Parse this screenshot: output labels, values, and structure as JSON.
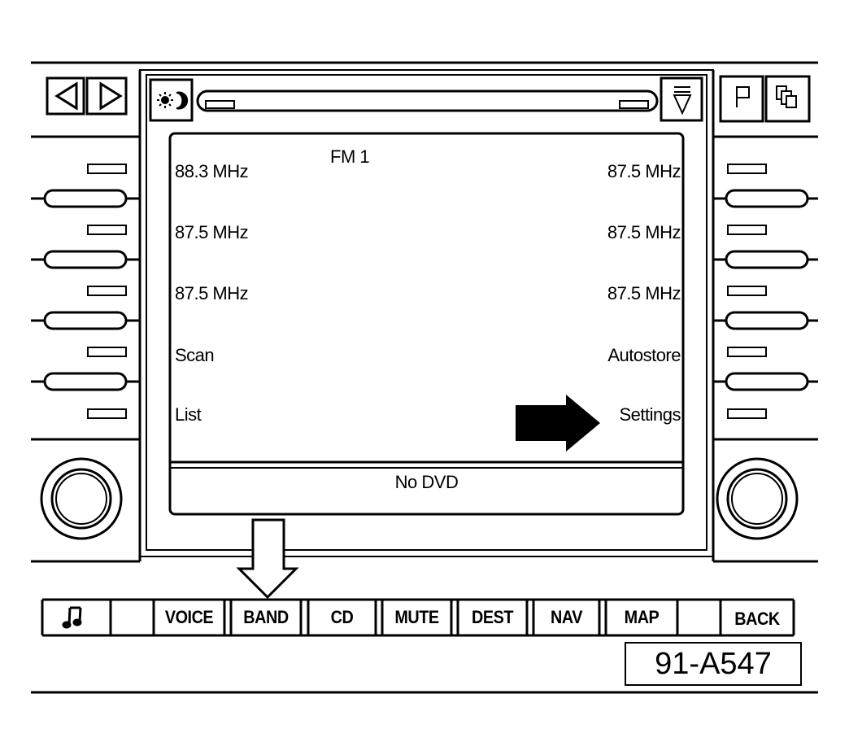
{
  "screen": {
    "band_title": "FM 1",
    "left_items": [
      "88.3 MHz",
      "87.5 MHz",
      "87.5 MHz",
      "Scan",
      "List"
    ],
    "right_items": [
      "87.5 MHz",
      "87.5 MHz",
      "87.5 MHz",
      "Autostore",
      "Settings"
    ],
    "status": "No DVD"
  },
  "button_bar": {
    "music_icon": "music-note-icon",
    "voice": "VOICE",
    "band": "BAND",
    "cd": "CD",
    "mute": "MUTE",
    "dest": "DEST",
    "nav": "NAV",
    "map": "MAP",
    "back": "BACK"
  },
  "figure_id": "91-A547",
  "icons": {
    "prev": "triangle-left-icon",
    "next": "triangle-right-icon",
    "day_night": "sun-moon-icon",
    "eject": "eject-icon",
    "flag": "flag-icon",
    "pages": "pages-icon"
  }
}
